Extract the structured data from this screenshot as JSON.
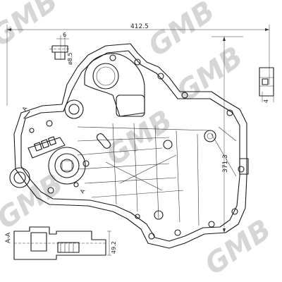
{
  "watermark": "GMB",
  "dimensions": {
    "overall_width": "412.5",
    "overall_height": "371.3",
    "gasket_gap": "6",
    "bolt_diameter": "ø8.5",
    "flange_depth": "4",
    "section_height": "49.2"
  },
  "labels": {
    "section_callout": "A-A",
    "section_mark_a_upper": "A",
    "section_mark_a_lower": "A"
  }
}
